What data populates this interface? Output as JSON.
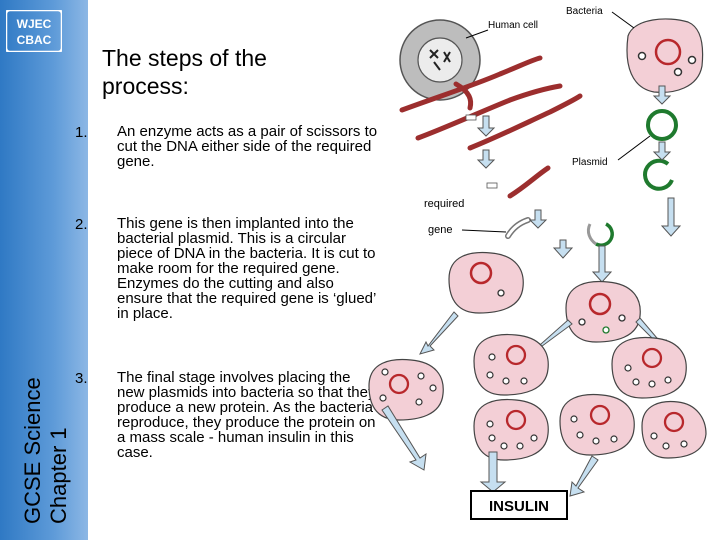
{
  "logo": {
    "line1": "WJEC",
    "line2": "CBAC"
  },
  "sidebar": {
    "line1": "GCSE Science",
    "line2": "Chapter 1"
  },
  "heading": "The steps of the process:",
  "steps": [
    {
      "number": "1.",
      "text": "An enzyme acts as a pair of scissors to cut the DNA either side of the required gene."
    },
    {
      "number": "2.",
      "text": "This gene is then implanted into the bacterial plasmid. This is a circular piece of DNA in the bacteria. It is cut to make room for the required gene. Enzymes do the cutting and also ensure that the required gene is ‘glued’ in place."
    },
    {
      "number": "3.",
      "text": "The final stage involves placing the new plasmids into bacteria so that they produce a new protein. As the bacteria reproduce, they produce the protein on a mass scale - human insulin in this case."
    }
  ],
  "diagram": {
    "human_cell_label": "Human cell",
    "bacteria_label": "Bacteria",
    "plasmid_label": "Plasmid",
    "required_label": "required",
    "gene_label": "gene",
    "product_label": "INSULIN"
  },
  "colors": {
    "sidebar": "#3d85cc",
    "bacteria_fill": "#f3cfd6",
    "plasmid_red": "#b8282c",
    "plasmid_green": "#1f7a2e",
    "arrow_fill": "#c6dff0",
    "dna": "#9c2e2e"
  }
}
